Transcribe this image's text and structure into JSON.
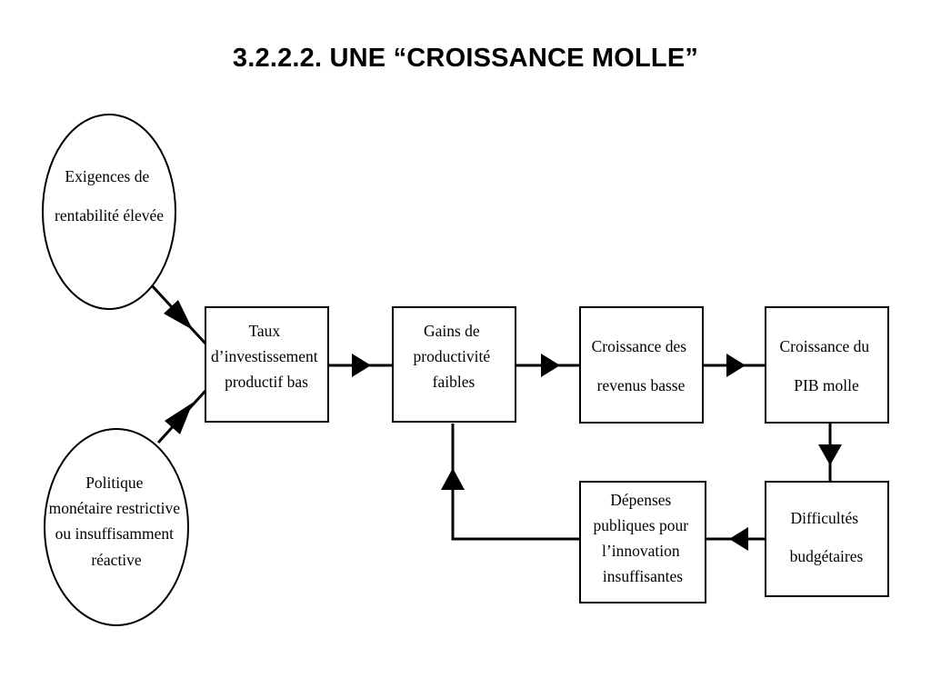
{
  "title": "3.2.2.2.  UNE “CROISSANCE MOLLE”",
  "nodes": {
    "exigences": {
      "lines": [
        "Exigences de",
        "rentabilité élevée"
      ]
    },
    "politique": {
      "lines": [
        "Politique",
        "monétaire restrictive",
        "ou insuffisamment",
        "réactive"
      ]
    },
    "taux": {
      "lines": [
        "Taux",
        "d’investissement",
        "productif bas"
      ]
    },
    "gains": {
      "lines": [
        "Gains de",
        "productivité",
        "faibles"
      ]
    },
    "revenus": {
      "lines": [
        "Croissance des",
        "revenus basse"
      ]
    },
    "pib": {
      "lines": [
        "Croissance du",
        "PIB molle"
      ]
    },
    "difficultes": {
      "lines": [
        "Difficultés",
        "budgétaires"
      ]
    },
    "depenses": {
      "lines": [
        "Dépenses",
        "publiques pour",
        "l’innovation",
        "insuffisantes"
      ]
    }
  },
  "colors": {
    "stroke": "#000000",
    "fill": "#ffffff",
    "text": "#000000"
  }
}
